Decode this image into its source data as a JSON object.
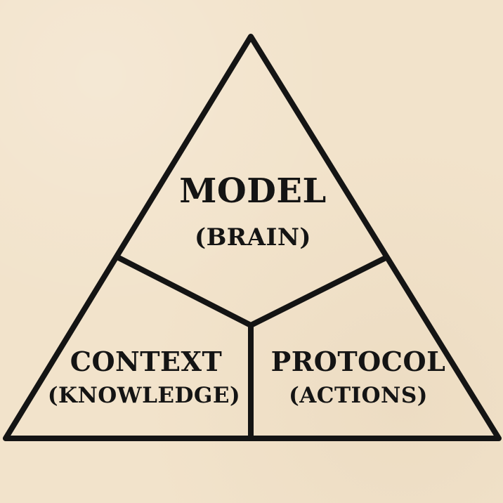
{
  "diagram": {
    "sections": {
      "model": {
        "title": "MODEL",
        "subtitle": "(BRAIN)"
      },
      "context": {
        "title": "CONTEXT",
        "subtitle": "(KNOWLEDGE)"
      },
      "protocol": {
        "title": "PROTOCOL",
        "subtitle": "(ACTIONS)"
      }
    },
    "colors": {
      "background": "#f2e3cb",
      "ink": "#141414"
    }
  }
}
